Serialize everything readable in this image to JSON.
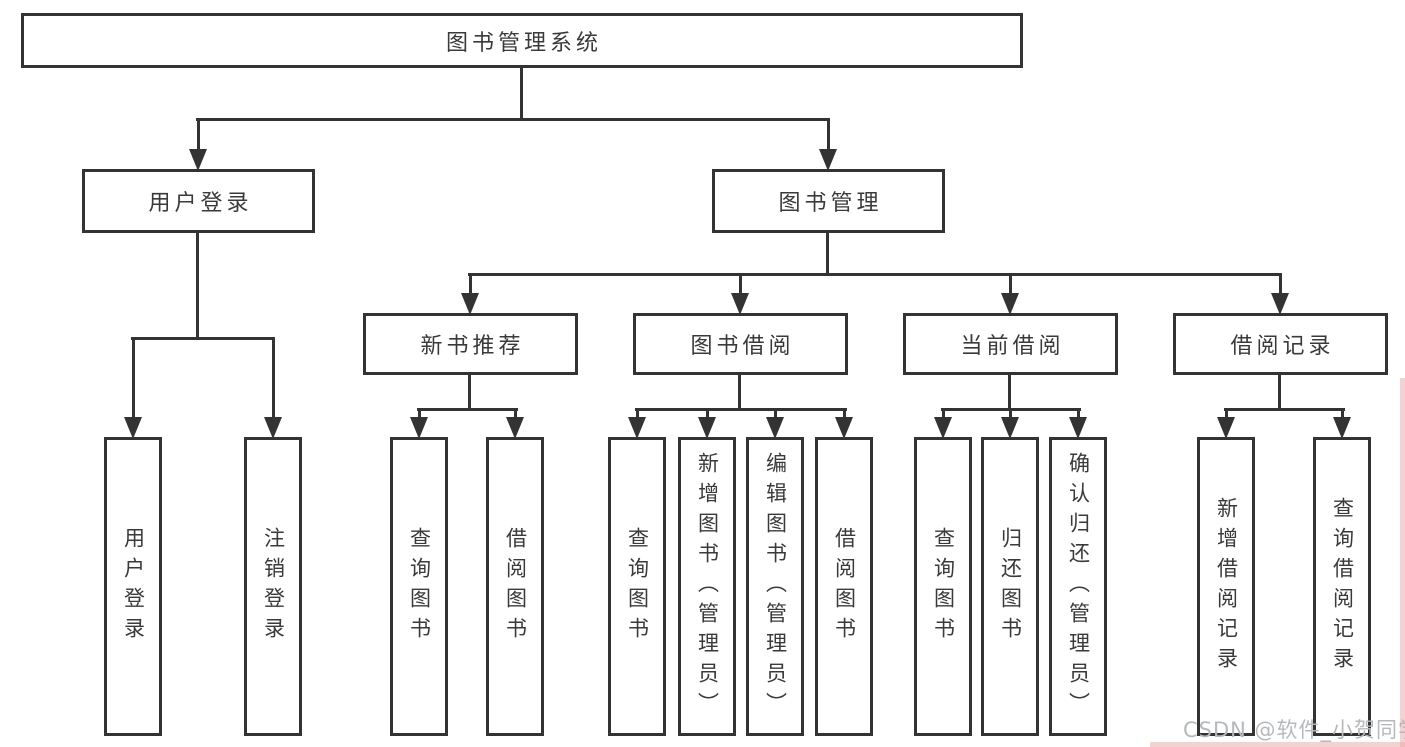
{
  "title": "图书管理系统",
  "colors": {
    "line": "#333333",
    "text": "#3a3a3a",
    "watermark": "#b6b9bc",
    "background": "#ffffff"
  },
  "nodes": {
    "root": {
      "label": "图书管理系统"
    },
    "user_login": {
      "label": "用户登录"
    },
    "book_management": {
      "label": "图书管理"
    },
    "new_book_recommend": {
      "label": "新书推荐"
    },
    "book_borrowing": {
      "label": "图书借阅"
    },
    "current_borrowing": {
      "label": "当前借阅"
    },
    "borrowing_records": {
      "label": "借阅记录"
    },
    "leaf_user_login": {
      "label": "用户登录"
    },
    "leaf_logout_login": {
      "label": "注销登录"
    },
    "leaf_query_books_recommend": {
      "label": "查询图书"
    },
    "leaf_borrow_books_recommend": {
      "label": "借阅图书"
    },
    "leaf_query_books_borrowing": {
      "label": "查询图书"
    },
    "leaf_add_books_admin": {
      "label": "新增图书（管理员）"
    },
    "leaf_edit_books_admin": {
      "label": "编辑图书（管理员）"
    },
    "leaf_borrow_books_borrowing": {
      "label": "借阅图书"
    },
    "leaf_query_books_current": {
      "label": "查询图书"
    },
    "leaf_return_books": {
      "label": "归还图书"
    },
    "leaf_confirm_return_admin": {
      "label": "确认归还（管理员）"
    },
    "leaf_add_borrow_record": {
      "label": "新增借阅记录"
    },
    "leaf_query_borrow_record": {
      "label": "查询借阅记录"
    }
  },
  "watermark": {
    "text": "CSDN @软件_小贺同学"
  }
}
